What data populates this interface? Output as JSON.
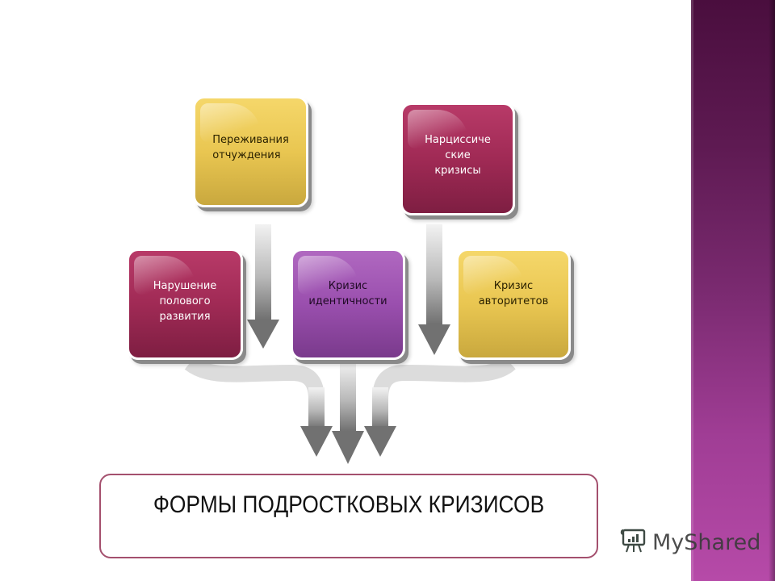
{
  "slide": {
    "title": "ФОРМЫ ПОДРОСТКОВЫХ КРИЗИСОВ",
    "boxes": [
      {
        "id": "alienation",
        "label": "Переживания\nотчуждения",
        "color": "#e9c651",
        "row": "top"
      },
      {
        "id": "narcissistic",
        "label": "Нарциссиче\nские\nкризисы",
        "color": "#a02a55",
        "row": "top"
      },
      {
        "id": "sexual-development",
        "label": "Нарушение\nполового\nразвития",
        "color": "#a02a55",
        "row": "middle"
      },
      {
        "id": "identity",
        "label": "Кризис\nидентичности",
        "color": "#9a4fae",
        "row": "middle"
      },
      {
        "id": "authority",
        "label": "Кризис\nавторитетов",
        "color": "#e9c651",
        "row": "middle"
      }
    ],
    "arrows": [
      {
        "from": "alienation",
        "to": "identity-level"
      },
      {
        "from": "narcissistic",
        "to": "authority-level"
      },
      {
        "from": "sexual-development",
        "to": "title"
      },
      {
        "from": "identity",
        "to": "title"
      },
      {
        "from": "authority",
        "to": "title"
      }
    ]
  },
  "colors": {
    "yellow": "#e9c651",
    "crimson": "#a02a55",
    "purple": "#9a4fae",
    "arrow": "#7a7a7a",
    "title_border": "#a4506e",
    "sidebar": "#7a2a70"
  },
  "watermark": {
    "label": "MyShared",
    "icon": "presentation-board-icon"
  }
}
